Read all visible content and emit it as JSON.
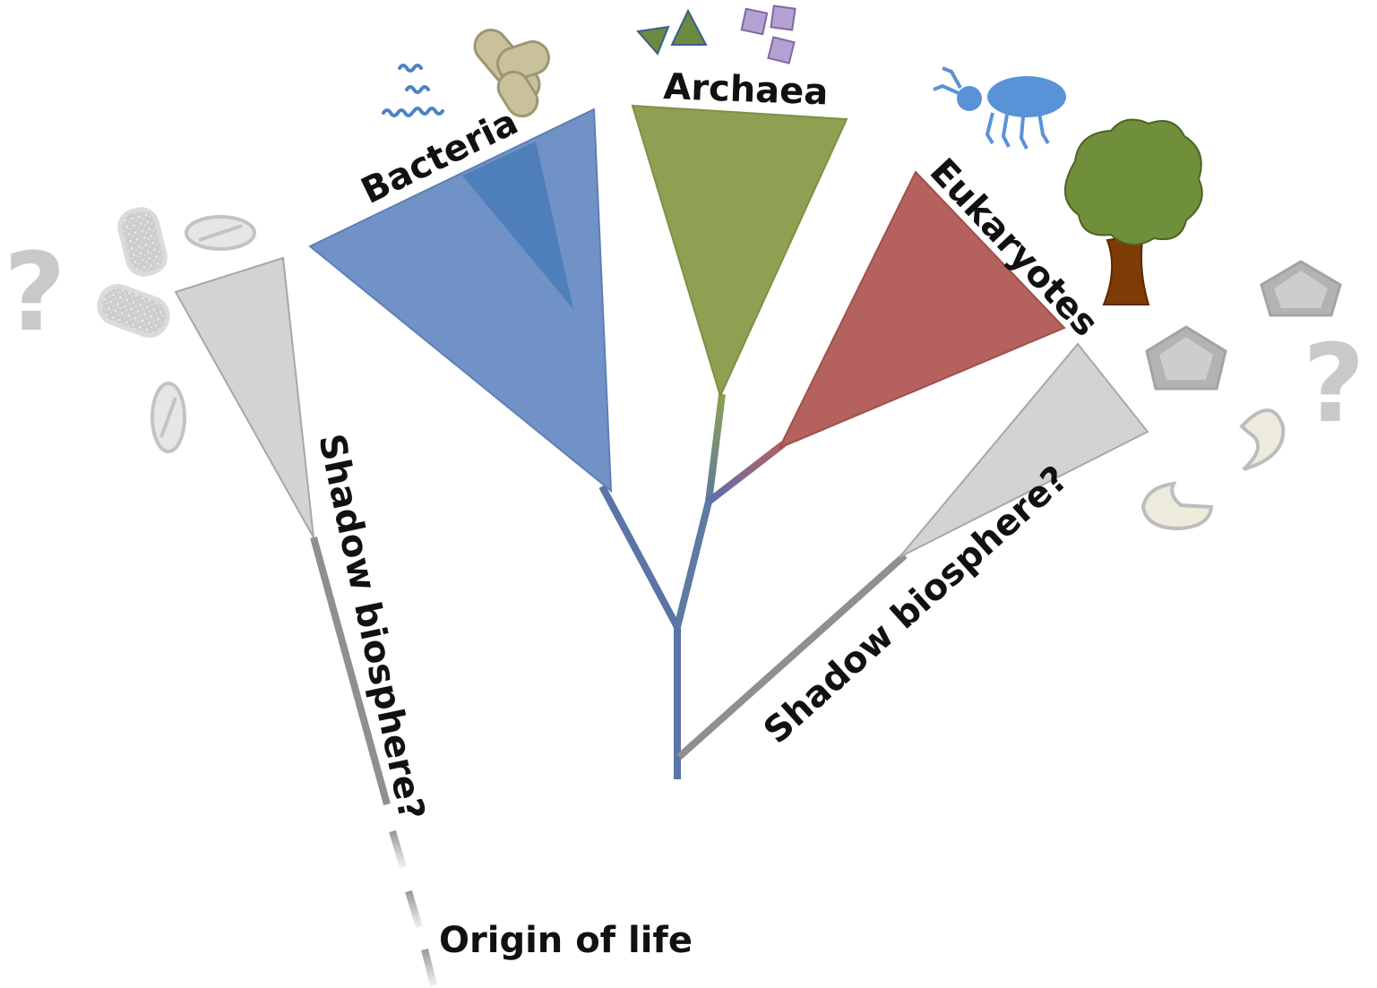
{
  "labels": {
    "bacteria": "Bacteria",
    "archaea": "Archaea",
    "eukaryotes": "Eukaryotes",
    "shadow_left": "Shadow biosphere?",
    "shadow_right": "Shadow biosphere?",
    "origin": "Origin of life",
    "question_mark": "?"
  },
  "colors": {
    "bacteria": "#7092c6",
    "bacteria_inner": "#4f7fbb",
    "archaea": "#8ea052",
    "eukaryotes": "#b5625f",
    "shadow": "#d3d3d3",
    "trunk": "#5a74a6",
    "shadow_branch": "#8f8f8f"
  },
  "icons": [
    "squiggle-bacteria-icon",
    "rod-bacteria-icon",
    "triangle-archaea-icon",
    "square-archaea-icon",
    "insect-icon",
    "tree-icon",
    "gray-cell-icon",
    "pentagon-icon",
    "crescent-icon",
    "question-mark-icon"
  ]
}
